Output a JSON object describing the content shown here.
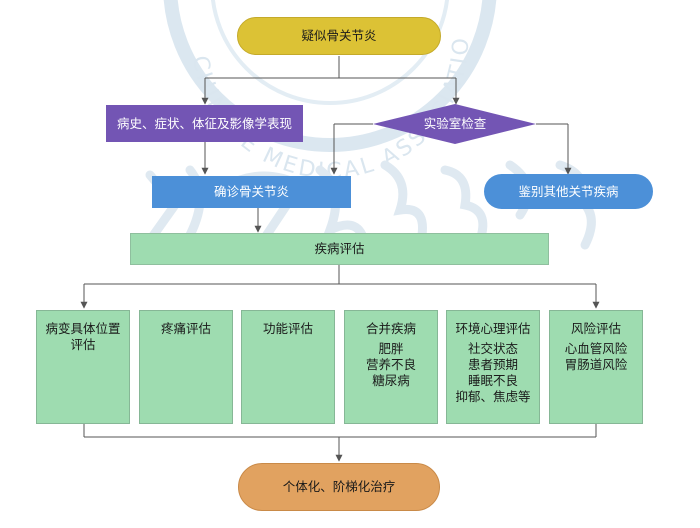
{
  "diagram": {
    "start": "疑似骨关节炎",
    "history": "病史、症状、体征及影像学表现",
    "lab": "实验室检查",
    "confirm": "确诊骨关节炎",
    "other": "鉴别其他关节疾病",
    "assess": "疾病评估",
    "boxes": [
      {
        "title": "病变具体位置\n评估",
        "items": []
      },
      {
        "title": "疼痛评估",
        "items": []
      },
      {
        "title": "功能评估",
        "items": []
      },
      {
        "title": "合并疾病",
        "items": [
          "肥胖",
          "营养不良",
          "糖尿病"
        ]
      },
      {
        "title": "环境心理评估",
        "items": [
          "社交状态",
          "患者预期",
          "睡眠不良",
          "抑郁、焦虑等"
        ]
      },
      {
        "title": "风险评估",
        "items": [
          "心血管风险",
          "胃肠道风险"
        ]
      }
    ],
    "final": "个体化、阶梯化治疗"
  },
  "watermark": {
    "text": "CHINESE MEDICAL ASSOCIATION"
  },
  "colors": {
    "start": "#dcc235",
    "purple": "#7355b4",
    "blue": "#4c90d8",
    "green": "#9edcb0",
    "orange": "#e1a260",
    "line": "#555555"
  }
}
